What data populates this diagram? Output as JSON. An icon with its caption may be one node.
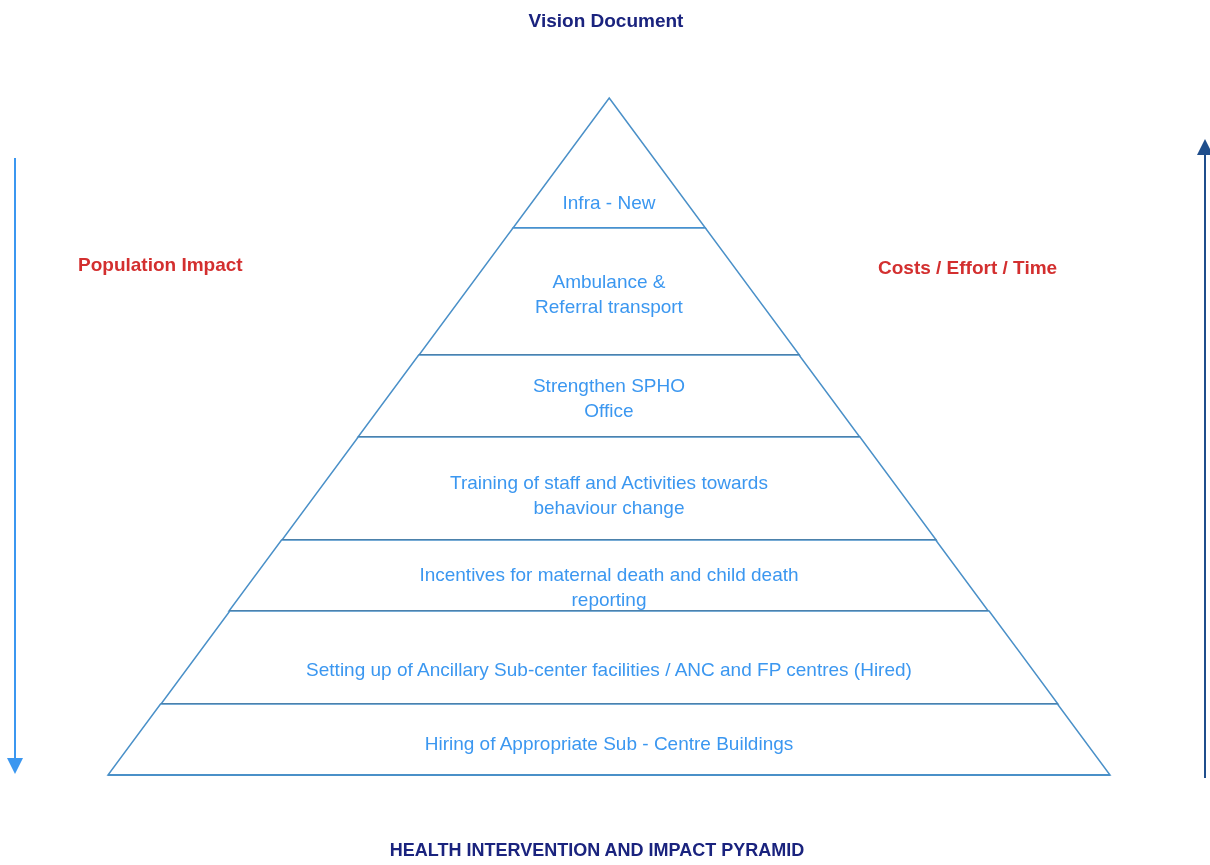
{
  "diagram": {
    "title": "Vision Document",
    "caption": "HEALTH INTERVENTION AND IMPACT PYRAMID",
    "nodes": [
      {
        "text": [
          "Infra - New"
        ]
      },
      {
        "text": [
          "Ambulance & Referral transport"
        ]
      },
      {
        "text": [
          "Strengthen SPHO Office"
        ]
      },
      {
        "text": [
          "Training of staff and Activities towards behaviour change"
        ]
      },
      {
        "text": [
          "Incentives for maternal death and child death reporting"
        ]
      },
      {
        "text": [
          "Setting up of Ancillary Sub-center facilities / ANC and FP centres (Hired)"
        ]
      },
      {
        "text": [
          "Hiring of Appropriate Sub - Centre Buildings"
        ]
      }
    ],
    "edges": [],
    "labels": [
      "Population Impact",
      "Costs / Effort / Time"
    ]
  }
}
